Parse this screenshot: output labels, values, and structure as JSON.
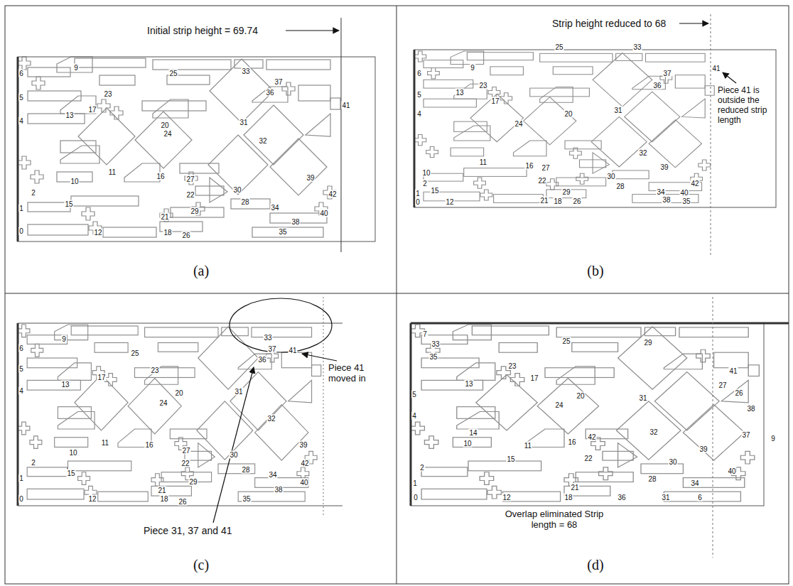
{
  "diagram": {
    "labels": [
      "Initial strip height = 69.74",
      "Strip height reduced to 68",
      "Piece 41 is outside the reduced strip length",
      "Piece 41 moved in",
      "Piece 31, 37 and 41",
      "Overlap eliminated Strip length = 68",
      "(a)",
      "(b)",
      "(c)",
      "(d)",
      "6",
      "9",
      "25",
      "33",
      "23",
      "17",
      "37",
      "5",
      "13",
      "36",
      "41",
      "31",
      "20",
      "24",
      "4",
      "11",
      "16",
      "32",
      "39",
      "30",
      "27",
      "10",
      "2",
      "22",
      "28",
      "34",
      "42",
      "15",
      "1",
      "29",
      "21",
      "40",
      "38",
      "0",
      "12",
      "18",
      "26",
      "35",
      "6",
      "9",
      "25",
      "33",
      "23",
      "17",
      "37",
      "5",
      "13",
      "36",
      "41",
      "31",
      "20",
      "24",
      "4",
      "11",
      "16",
      "32",
      "39",
      "30",
      "27",
      "10",
      "2",
      "22",
      "28",
      "34",
      "42",
      "15",
      "1",
      "29",
      "21",
      "40",
      "38",
      "0",
      "12",
      "18",
      "26",
      "35",
      "6",
      "9",
      "25",
      "33",
      "23",
      "17",
      "37",
      "5",
      "13",
      "36",
      "41",
      "31",
      "20",
      "24",
      "4",
      "11",
      "16",
      "32",
      "39",
      "30",
      "27",
      "10",
      "2",
      "22",
      "28",
      "34",
      "42",
      "15",
      "1",
      "29",
      "21",
      "40",
      "38",
      "0",
      "12",
      "18",
      "26",
      "35",
      "7",
      "33",
      "35",
      "25",
      "29",
      "23",
      "13",
      "17",
      "41",
      "27",
      "26",
      "31",
      "20",
      "24",
      "5",
      "4",
      "38",
      "42",
      "32",
      "11",
      "16",
      "14",
      "10",
      "39",
      "37",
      "9",
      "2",
      "22",
      "15",
      "30",
      "28",
      "1",
      "34",
      "40",
      "21",
      "12",
      "18",
      "36",
      "31",
      "6",
      "0"
    ]
  }
}
